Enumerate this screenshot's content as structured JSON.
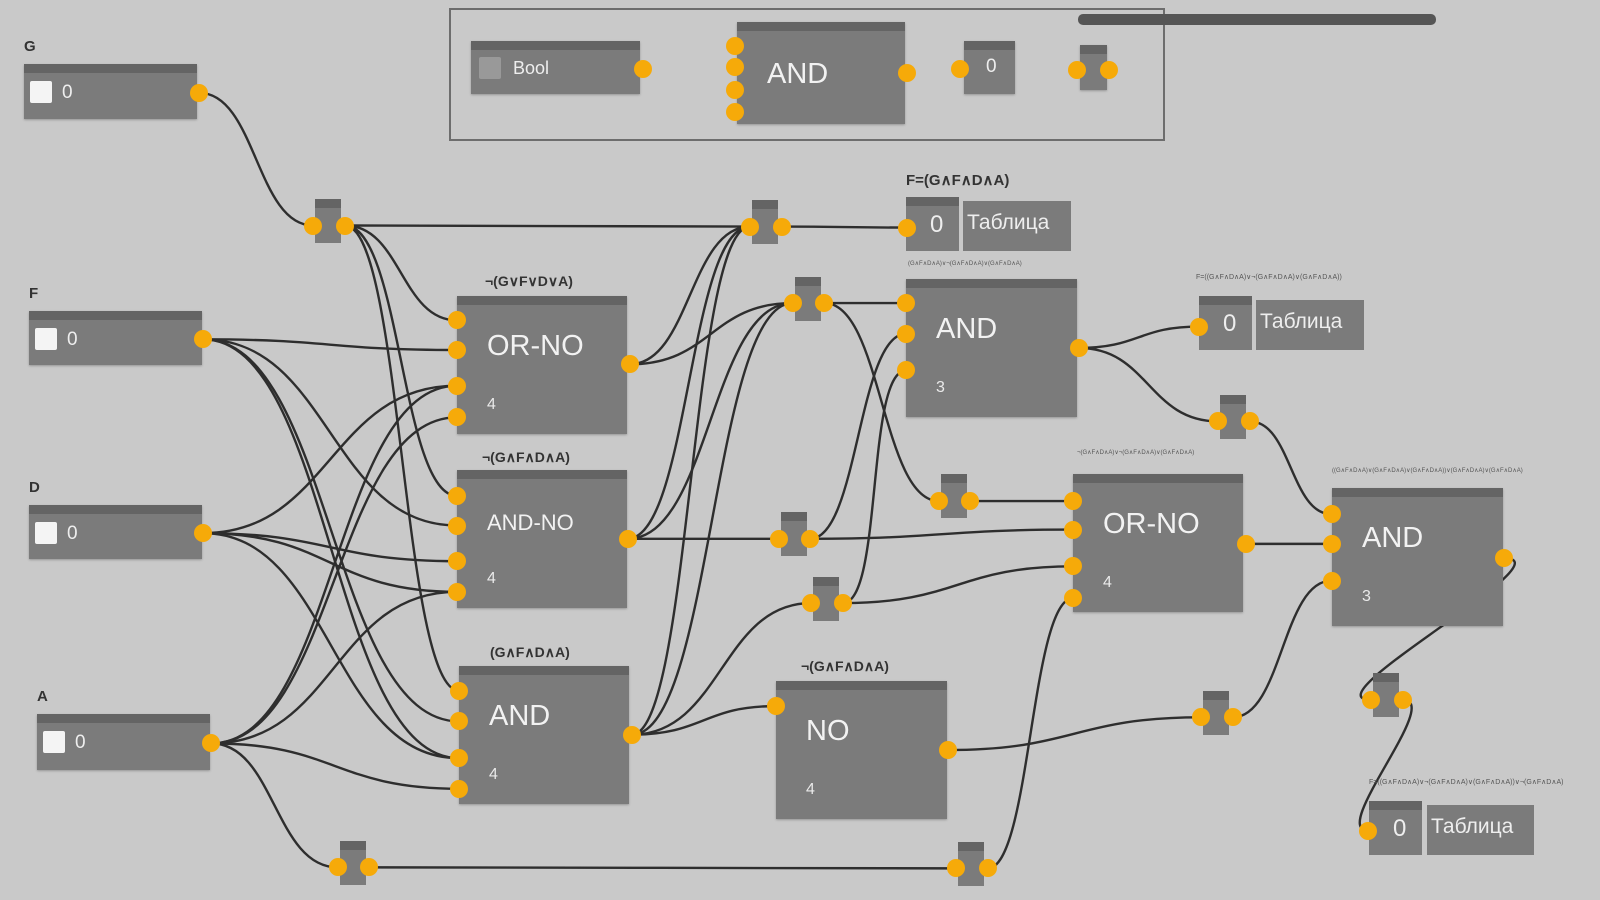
{
  "palette": {
    "bool_label": "Bool",
    "and_label": "AND",
    "const_value": "0"
  },
  "inputs": [
    {
      "name": "G",
      "value": "0"
    },
    {
      "name": "F",
      "value": "0"
    },
    {
      "name": "D",
      "value": "0"
    },
    {
      "name": "A",
      "value": "0"
    }
  ],
  "gates": [
    {
      "type": "OR-NO",
      "count": "4",
      "label": "¬(G∨F∨D∨A)"
    },
    {
      "type": "AND-NO",
      "count": "4",
      "label": "¬(G∧F∧D∧A)"
    },
    {
      "type": "AND",
      "count": "4",
      "label": "(G∧F∧D∧A)"
    },
    {
      "type": "NO",
      "count": "4",
      "label": "¬(G∧F∧D∧A)"
    },
    {
      "type": "AND",
      "count": "3",
      "label": "(G∧F∧D∧A)∨¬(G∧F∧D∧A)∨(G∧F∧D∧A)"
    },
    {
      "type": "OR-NO",
      "count": "4",
      "label": "¬(G∧F∧D∧A)∨¬(G∧F∧D∧A)∨(G∧F∧D∧A)"
    },
    {
      "type": "AND",
      "count": "3",
      "label": "((G∧F∧D∧A)∨(G∧F∧D∧A)∨(G∧F∧D∧A))∨(G∧F∧D∧A)∨(G∧F∧D∧A)"
    }
  ],
  "outputs": [
    {
      "label": "F=(G∧F∧D∧A)",
      "value": "0",
      "button": "Таблица"
    },
    {
      "label": "F=((G∧F∧D∧A)∨¬(G∧F∧D∧A)∨(G∧F∧D∧A))",
      "value": "0",
      "button": "Таблица"
    },
    {
      "label": "F=((G∧F∧D∧A)∨¬(G∧F∧D∧A)∨(G∧F∧D∧A))∨¬(G∧F∧D∧A)",
      "value": "0",
      "button": "Таблица"
    }
  ],
  "colors": {
    "port": "#f6aa09",
    "node": "#7b7b7b",
    "background": "#c9c9c9",
    "wire": "#2e2e2e"
  }
}
